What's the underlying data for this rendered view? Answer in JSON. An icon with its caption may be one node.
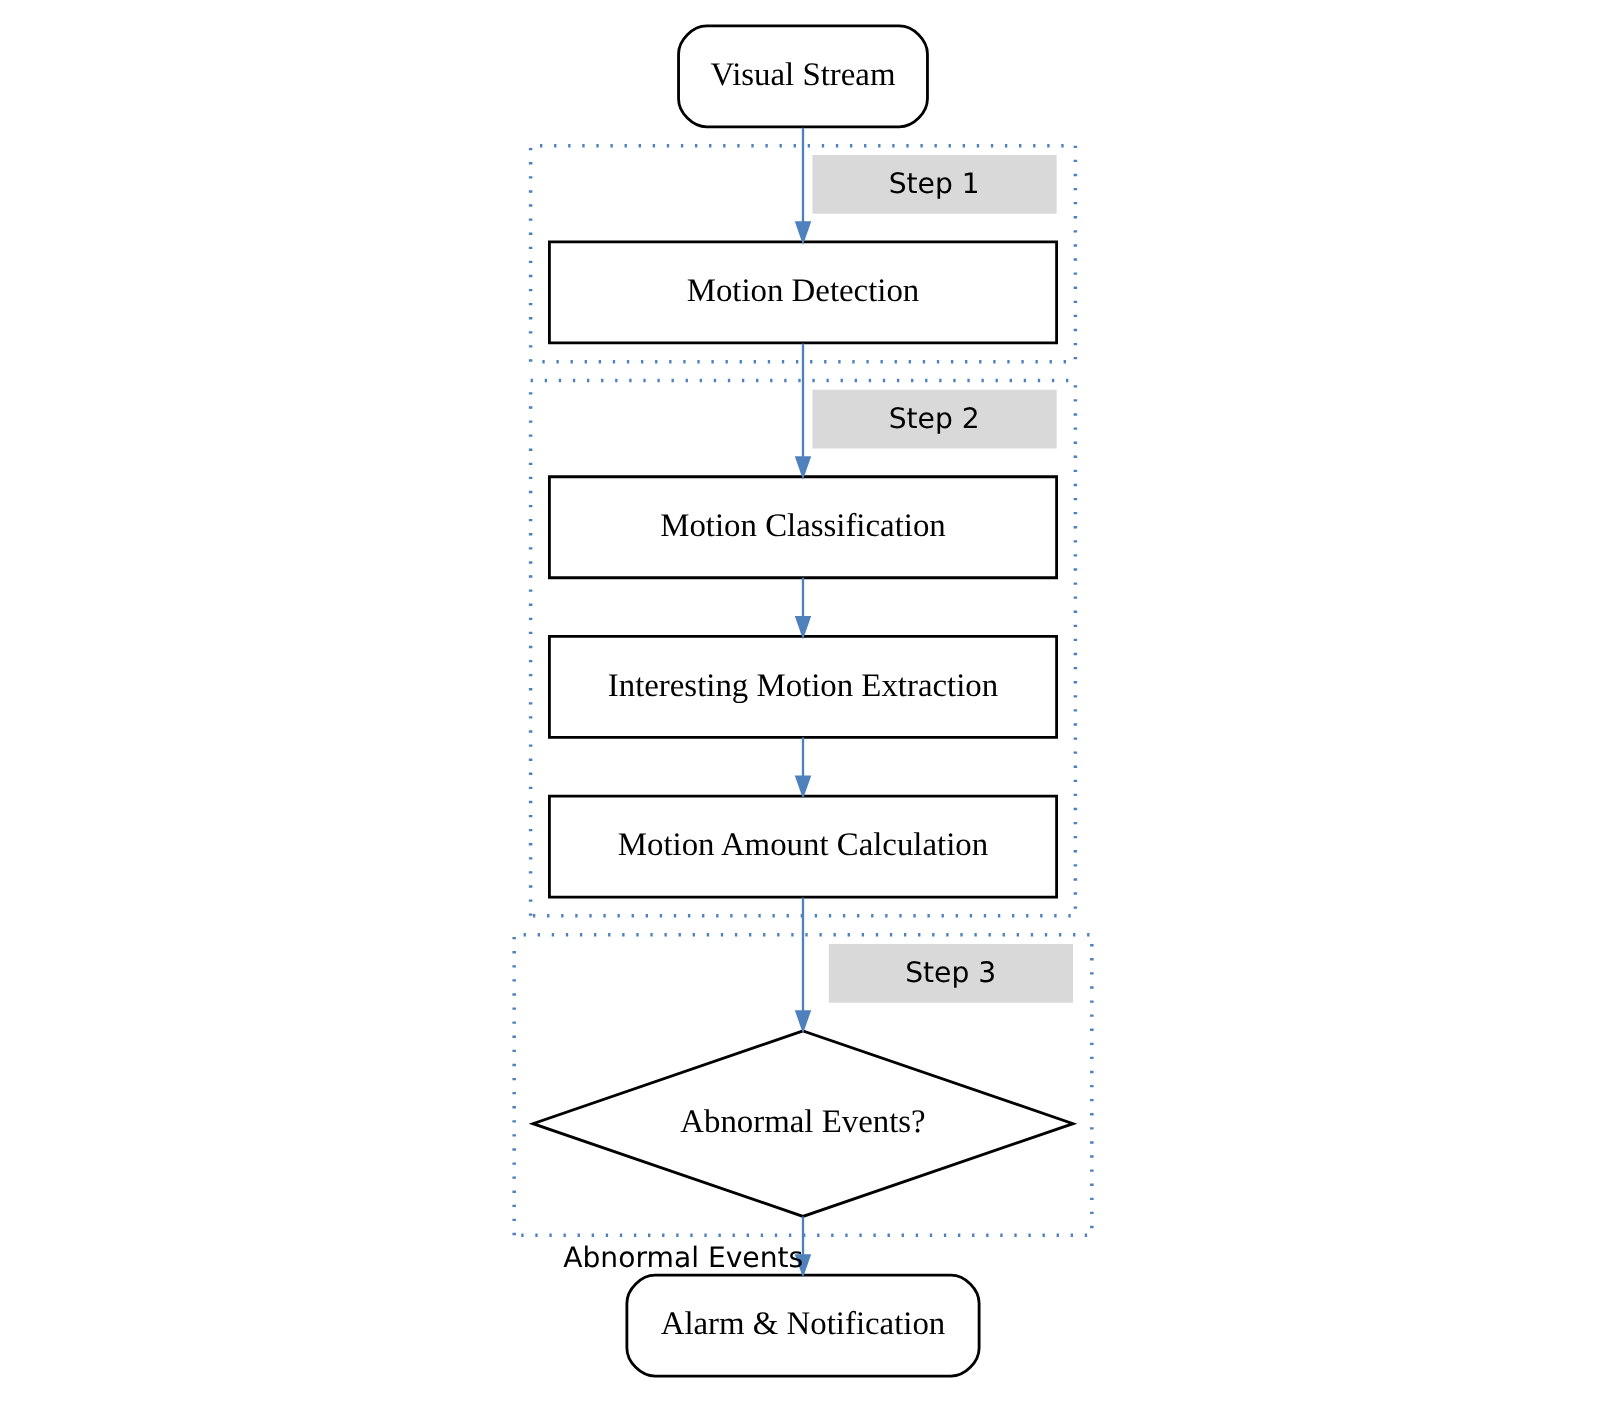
{
  "diagram": {
    "nodes": [
      {
        "text": [
          "Visual Stream"
        ]
      },
      {
        "text": [
          "Step 1"
        ]
      },
      {
        "text": [
          "Motion Detection"
        ],
        "in": 1
      },
      {
        "text": [
          "Step 2"
        ]
      },
      {
        "text": [
          "Motion Classification"
        ],
        "in": 3
      },
      {
        "text": [
          "Interesting Motion Extraction"
        ],
        "in": 3
      },
      {
        "text": [
          "Motion Amount Calculation"
        ],
        "in": 3
      },
      {
        "text": [
          "Step 3"
        ]
      },
      {
        "text": [
          "Abnormal Events?"
        ],
        "in": 7
      },
      {
        "text": [
          "Alarm & Notification"
        ]
      }
    ],
    "edges": [
      {
        "from": 0,
        "to": 2,
        "arrow": "to"
      },
      {
        "from": 2,
        "to": 4,
        "arrow": "to"
      },
      {
        "from": 4,
        "to": 5,
        "arrow": "to"
      },
      {
        "from": 5,
        "to": 6,
        "arrow": "to"
      },
      {
        "from": 6,
        "to": 8,
        "arrow": "to"
      },
      {
        "from": 8,
        "to": 9,
        "arrow": "to",
        "label": "Abnormal Events"
      }
    ]
  }
}
